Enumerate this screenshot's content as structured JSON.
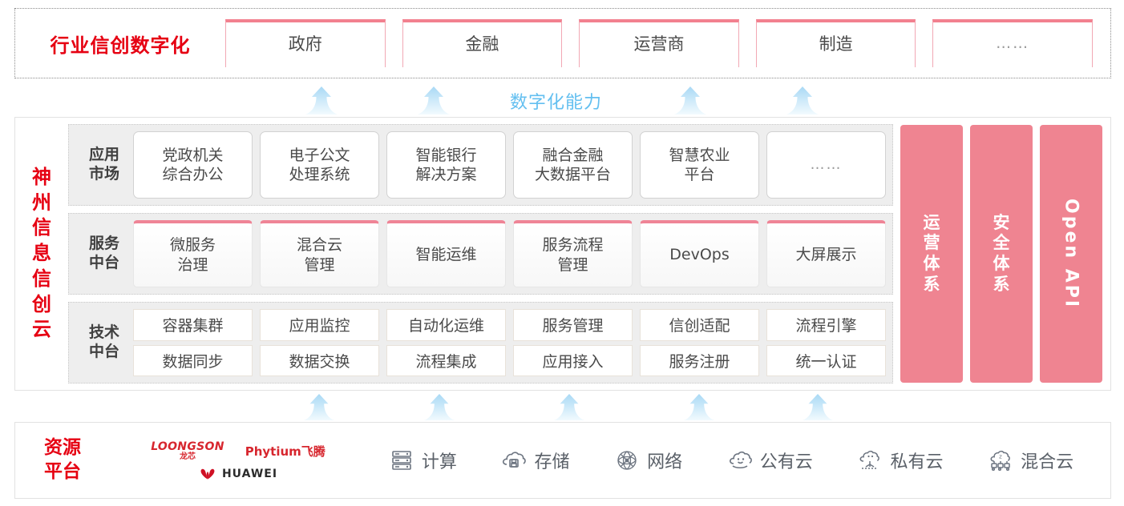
{
  "industry": {
    "title": "行业信创数字化",
    "cards": [
      {
        "label": "政府"
      },
      {
        "label": "金融"
      },
      {
        "label": "运营商"
      },
      {
        "label": "制造"
      },
      {
        "label": "……"
      }
    ]
  },
  "capability": {
    "label": "数字化能力",
    "color": "#63bff0",
    "arrow_count_top": 4,
    "arrow_count_bottom": 5
  },
  "cloud": {
    "brand": [
      "神",
      "州",
      "信",
      "息",
      "信",
      "创",
      "云"
    ],
    "brand_color": "#e60012",
    "tiers": [
      {
        "key": "app-market",
        "label": [
          "应用",
          "市场"
        ],
        "style": "rounded-white",
        "cards": [
          {
            "label": "党政机关\n综合办公"
          },
          {
            "label": "电子公文\n处理系统"
          },
          {
            "label": "智能银行\n解决方案"
          },
          {
            "label": "融合金融\n大数据平台"
          },
          {
            "label": "智慧农业\n平台"
          },
          {
            "label": "……"
          }
        ]
      },
      {
        "key": "service-platform",
        "label": [
          "服务",
          "中台"
        ],
        "style": "red-top-accent",
        "accent_color": "#ef8496",
        "cards": [
          {
            "label": "微服务\n治理"
          },
          {
            "label": "混合云\n管理"
          },
          {
            "label": "智能运维"
          },
          {
            "label": "服务流程\n管理"
          },
          {
            "label": "DevOps"
          },
          {
            "label": "大屏展示"
          }
        ]
      },
      {
        "key": "tech-platform",
        "label": [
          "技术",
          "中台"
        ],
        "style": "plain-white",
        "rows": [
          [
            "容器集群",
            "应用监控",
            "自动化运维",
            "服务管理",
            "信创适配",
            "流程引擎"
          ],
          [
            "数据同步",
            "数据交换",
            "流程集成",
            "应用接入",
            "服务注册",
            "统一认证"
          ]
        ]
      }
    ],
    "pillars": [
      {
        "key": "operations",
        "mode": "cjk-stack",
        "chars": [
          "运",
          "营",
          "体",
          "系"
        ]
      },
      {
        "key": "security",
        "mode": "cjk-stack",
        "chars": [
          "安",
          "全",
          "体",
          "系"
        ]
      },
      {
        "key": "open-api",
        "mode": "rotated",
        "label": "Open API"
      }
    ],
    "pillar_color": "#ef8491"
  },
  "resource": {
    "title": [
      "资源",
      "平台"
    ],
    "title_color": "#e60012",
    "vendors": [
      {
        "key": "loongson",
        "en": "LOONGSON",
        "cn": "龙芯"
      },
      {
        "key": "phytium",
        "label": "Phytium飞腾"
      },
      {
        "key": "huawei",
        "label": "HUAWEI"
      }
    ],
    "items": [
      {
        "icon": "server-rack-icon",
        "label": "计算"
      },
      {
        "icon": "cloud-storage-icon",
        "label": "存储"
      },
      {
        "icon": "network-mesh-icon",
        "label": "网络"
      },
      {
        "icon": "public-cloud-icon",
        "label": "公有云"
      },
      {
        "icon": "private-cloud-icon",
        "label": "私有云"
      },
      {
        "icon": "hybrid-cloud-icon",
        "label": "混合云"
      }
    ]
  }
}
